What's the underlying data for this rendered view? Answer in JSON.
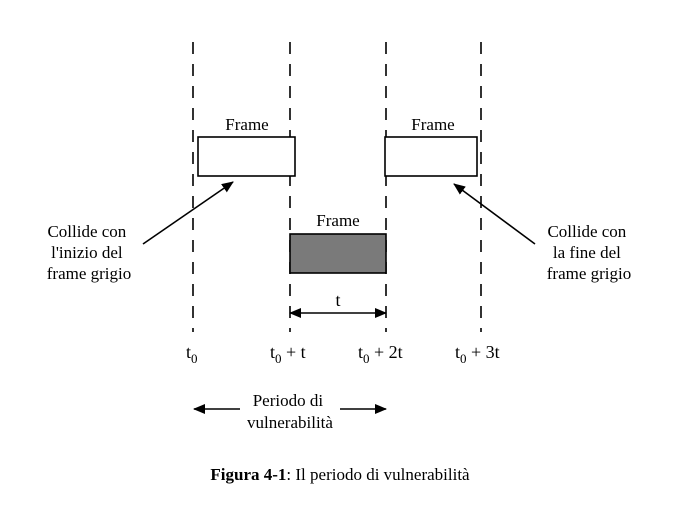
{
  "diagram": {
    "frames": {
      "left_label": "Frame",
      "right_label": "Frame",
      "gray_label": "Frame"
    },
    "notes": {
      "left": [
        "Collide con",
        "l'inizio del",
        "frame grigio"
      ],
      "right": [
        "Collide con",
        "la fine del",
        "frame grigio"
      ]
    },
    "interval_label": "t",
    "ticks": [
      {
        "main": "t",
        "sub": "0",
        "suffix": ""
      },
      {
        "main": "t",
        "sub": "0",
        "suffix": " + t"
      },
      {
        "main": "t",
        "sub": "0",
        "suffix": " + 2t"
      },
      {
        "main": "t",
        "sub": "0",
        "suffix": " + 3t"
      }
    ],
    "vulnerability": [
      "Periodo di",
      "vulnerabilità"
    ],
    "caption": {
      "bold": "Figura 4-1",
      "rest": ": Il periodo di vulnerabilità"
    },
    "colors": {
      "gray_frame": "#7a7a7a",
      "line": "#000000"
    }
  }
}
